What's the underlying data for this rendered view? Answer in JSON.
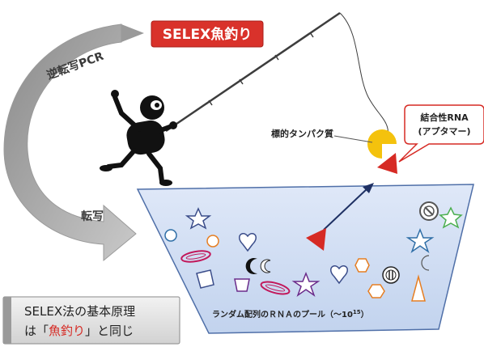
{
  "title_banner": "SELEX魚釣り",
  "arrow_upper_label": "逆転写PCR",
  "arrow_lower_label": "転写",
  "target_protein_label": "標的タンパク質",
  "callout": {
    "line1": "結合性RNA",
    "line2": "(アプタマー)"
  },
  "pool_label": {
    "text": "ランダム配列のＲＮＡのプール（〜10",
    "superscript": "15",
    "close": "）"
  },
  "principle_box": {
    "line1": "SELEX法の基本原理",
    "line2_prefix": "は「",
    "line2_highlight": "魚釣り",
    "line2_suffix": "」と同じ"
  },
  "colors": {
    "banner_red": "#d9322b",
    "pool_blue": "#c9d9f2",
    "aptamer_red": "#d62a24",
    "protein_yellow": "#f4c20d",
    "principle_highlight": "#d62a24"
  }
}
